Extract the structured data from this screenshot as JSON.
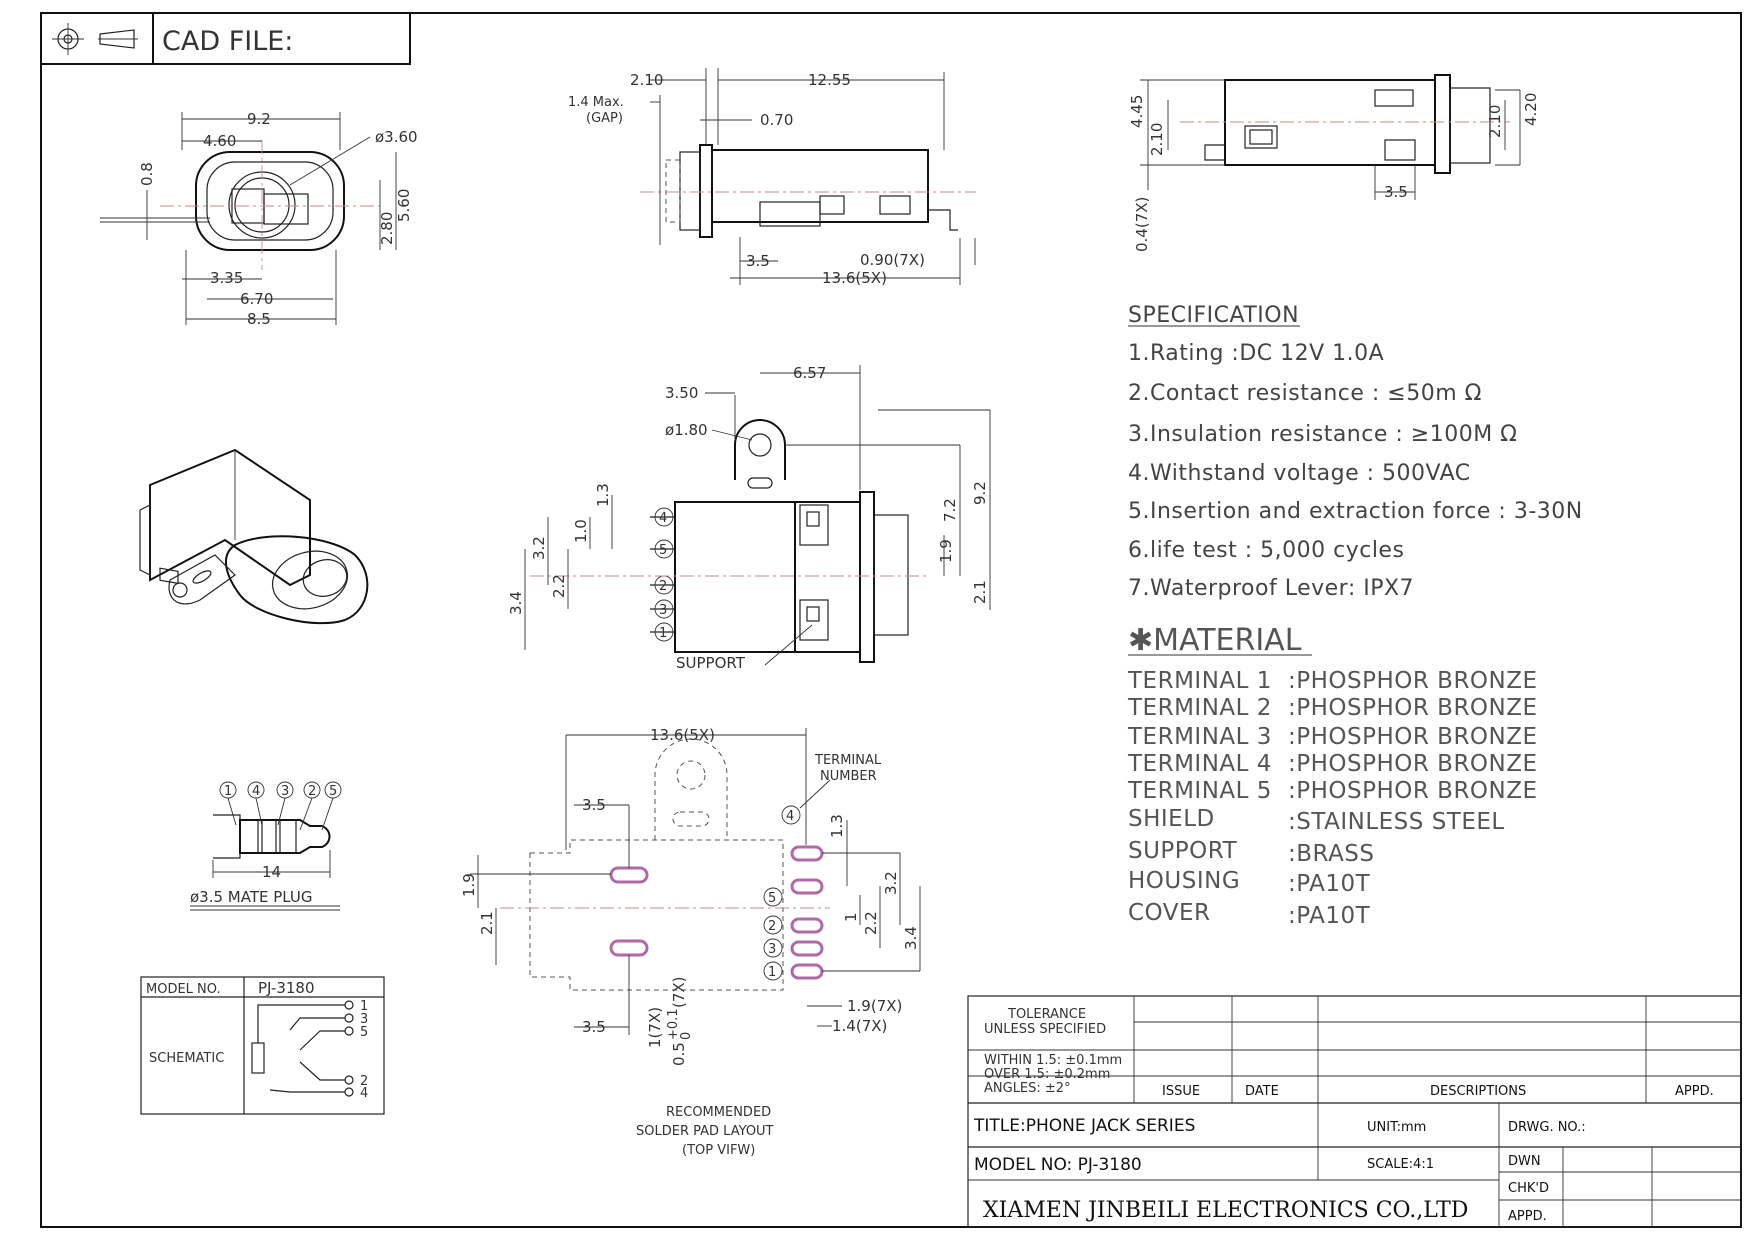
{
  "header": {
    "cad_label": "CAD FILE:",
    "projection_icon": "third-angle-projection-icon"
  },
  "front_view": {
    "d_width": "9.2",
    "d_half": "4.60",
    "d_dia": "ø3.60",
    "d_08": "0.8",
    "d_280": "2.80",
    "d_560": "5.60",
    "d_335": "3.35",
    "d_670": "6.70",
    "d_85": "8.5"
  },
  "side_view": {
    "d_210": "2.10",
    "d_1255": "12.55",
    "d_gap1": "1.4 Max.",
    "d_gap2": "(GAP)",
    "d_070": "0.70",
    "d_35": "3.5",
    "d_090": "0.90(7X)",
    "d_136": "13.6(5X)"
  },
  "end_view": {
    "d_445": "4.45",
    "d_210a": "2.10",
    "d_04": "0.4(7X)",
    "d_210b": "2.10",
    "d_420": "4.20",
    "d_35": "3.5"
  },
  "specification": {
    "title": "SPECIFICATION",
    "items": [
      "1.Rating   :DC 12V 1.0A",
      "2.Contact resistance : ≤50m Ω",
      "3.Insulation resistance : ≥100M Ω",
      "4.Withstand voltage : 500VAC",
      "5.Insertion and extraction force : 3-30N",
      "6.life test : 5,000 cycles",
      "7.Waterproof Lever: IPX7"
    ]
  },
  "material": {
    "title": "✱MATERIAL",
    "rows": [
      {
        "part": "TERMINAL 1",
        "value": ":PHOSPHOR BRONZE"
      },
      {
        "part": "TERMINAL 2",
        "value": ":PHOSPHOR BRONZE"
      },
      {
        "part": "TERMINAL 3",
        "value": ":PHOSPHOR BRONZE"
      },
      {
        "part": "TERMINAL 4",
        "value": ":PHOSPHOR BRONZE"
      },
      {
        "part": "TERMINAL 5",
        "value": ":PHOSPHOR BRONZE"
      },
      {
        "part": "SHIELD",
        "value": ":STAINLESS STEEL"
      },
      {
        "part": "SUPPORT",
        "value": ":BRASS"
      },
      {
        "part": "HOUSING",
        "value": ":PA10T"
      },
      {
        "part": "COVER",
        "value": ":PA10T"
      }
    ]
  },
  "top_view": {
    "d_657": "6.57",
    "d_350": "3.50",
    "d_dia": "ø1.80",
    "d_13": "1.3",
    "d_32": "3.2",
    "d_10": "1.0",
    "d_22": "2.2",
    "d_34": "3.4",
    "d_72": "7.2",
    "d_92": "9.2",
    "d_19": "1.9",
    "d_21": "2.1",
    "support": "SUPPORT",
    "t4": "4",
    "t5": "5",
    "t2": "2",
    "t3": "3",
    "t1": "1"
  },
  "pad_layout": {
    "d_136": "13.6(5X)",
    "terminal_number_1": "TERMINAL",
    "terminal_number_2": "NUMBER",
    "d_35a": "3.5",
    "d_35b": "3.5",
    "d_19": "1.9",
    "d_21": "2.1",
    "d_13": "1.3",
    "d_32": "3.2",
    "d_1": "1",
    "d_22": "2.2",
    "d_34": "3.4",
    "d_1_7x": "1(7X)",
    "d_05": "0.5",
    "d_05_tol_up": "+0.1",
    "d_05_tol_dn": "0",
    "d_05_7x": "(7X)",
    "d_19_7x": "1.9(7X)",
    "d_14_7x": "1.4(7X)",
    "caption1": "RECOMMENDED",
    "caption2": "SOLDER PAD LAYOUT",
    "caption3": "(TOP VIFW)",
    "t4": "4",
    "t5": "5",
    "t2": "2",
    "t3": "3",
    "t1": "1"
  },
  "plug": {
    "labels": [
      "1",
      "4",
      "3",
      "2",
      "5"
    ],
    "d_14": "14",
    "caption": "ø3.5 MATE PLUG"
  },
  "schematic": {
    "model_label": "MODEL NO.",
    "model_value": "PJ-3180",
    "schematic_label": "SCHEMATIC",
    "pins": [
      "1",
      "3",
      "5",
      "2",
      "4"
    ]
  },
  "title_block": {
    "tolerance1": "TOLERANCE",
    "tolerance2": "UNLESS SPECIFIED",
    "within": "WITHIN 1.5: ±0.1mm",
    "over": "OVER 1.5:  ±0.2mm",
    "angles": "ANGLES: ±2°",
    "issue": "ISSUE",
    "date": "DATE",
    "descriptions": "DESCRIPTIONS",
    "appd": "APPD.",
    "title": "TITLE:PHONE JACK SERIES",
    "unit": "UNIT:mm",
    "drwg": "DRWG. NO.:",
    "model": "MODEL NO: PJ-3180",
    "scale": "SCALE:4:1",
    "dwn": "DWN",
    "chkd": "CHK'D",
    "appd2": "APPD.",
    "company": "XIAMEN JINBEILI ELECTRONICS CO.,LTD"
  }
}
